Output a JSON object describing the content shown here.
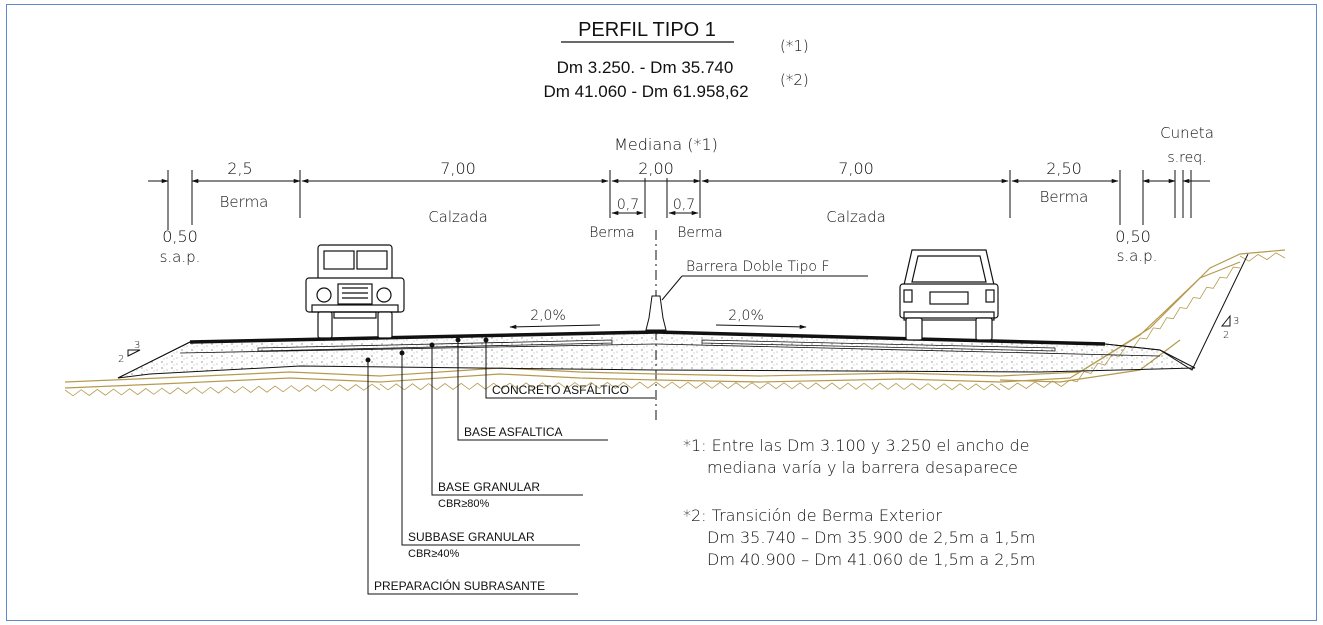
{
  "header": {
    "title": "PERFIL TIPO 1",
    "range1": "Dm 3.250. - Dm 35.740",
    "range2": "Dm 41.060 - Dm 61.958,62",
    "ref1": "(*1)",
    "ref2": "(*2)"
  },
  "dimensions": {
    "sap_left_width": "0,50",
    "sap_left_label": "s.a.p.",
    "berma_left_width": "2,5",
    "berma_left_label": "Berma",
    "calzada_left_width": "7,00",
    "calzada_left_label": "Calzada",
    "mediana_label": "Mediana (*1)",
    "mediana_width": "2,00",
    "berma_int_left_width": "0,7",
    "berma_int_left_label": "Berma",
    "berma_int_right_width": "0,7",
    "berma_int_right_label": "Berma",
    "calzada_right_width": "7,00",
    "calzada_right_label": "Calzada",
    "berma_right_width": "2,50",
    "berma_right_label": "Berma",
    "sap_right_width": "0,50",
    "sap_right_label": "s.a.p.",
    "cuneta_label": "Cuneta",
    "cuneta_sub": "s.req."
  },
  "section": {
    "barrier_label": "Barrera Doble Tipo F",
    "slope_left": "2,0%",
    "slope_right": "2,0%",
    "talud_left_v": "3",
    "talud_left_h": "2",
    "talud_right_v": "3",
    "talud_right_h": "2"
  },
  "layers": {
    "concreto": "CONCRETO ASFÁLTICO",
    "base_asfaltica": "BASE ASFALTICA",
    "base_granular": "BASE GRANULAR",
    "base_granular_cbr": "CBR≥80%",
    "subbase_granular": "SUBBASE GRANULAR",
    "subbase_granular_cbr": "CBR≥40%",
    "preparacion": "PREPARACIÓN SUBRASANTE"
  },
  "notes": {
    "n1_line1": "*1: Entre las Dm 3.100 y 3.250 el ancho de",
    "n1_line2": "mediana varía y la barrera desaparece",
    "n2_line1": "*2: Transición de Berma Exterior",
    "n2_line2": "Dm 35.740 – Dm 35.900 de 2,5m a 1,5m",
    "n2_line3": "Dm 40.900 – Dm 41.060 de 1,5m a 2,5m"
  },
  "colors": {
    "frame": "#5b8bc9",
    "soil": "#b59a4e",
    "ink": "#111111"
  }
}
